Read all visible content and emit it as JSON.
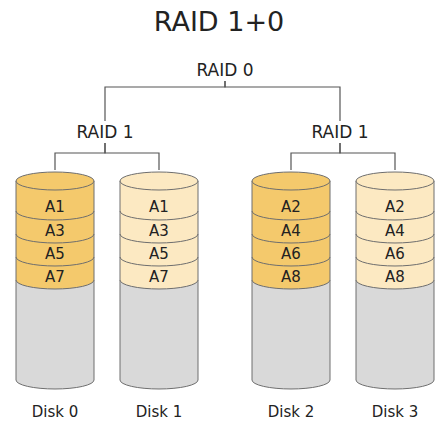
{
  "diagram": {
    "title": "RAID 1+0",
    "nodes": [
      {
        "text": [
          "RAID 0"
        ]
      },
      {
        "text": [
          "RAID 1"
        ]
      },
      {
        "text": [
          "RAID 1"
        ]
      },
      {
        "text": [
          "A1",
          "A3",
          "A5",
          "A7",
          "Disk 0"
        ]
      },
      {
        "text": [
          "A1",
          "A3",
          "A5",
          "A7",
          "Disk 1"
        ]
      },
      {
        "text": [
          "A2",
          "A4",
          "A6",
          "A8",
          "Disk 2"
        ]
      },
      {
        "text": [
          "A2",
          "A4",
          "A6",
          "A8",
          "Disk 3"
        ]
      }
    ],
    "edges": [
      {
        "from": 0,
        "to": 1,
        "arrow": "none"
      },
      {
        "from": 0,
        "to": 2,
        "arrow": "none"
      },
      {
        "from": 1,
        "to": 3,
        "arrow": "none"
      },
      {
        "from": 1,
        "to": 4,
        "arrow": "none"
      },
      {
        "from": 2,
        "to": 5,
        "arrow": "none"
      },
      {
        "from": 2,
        "to": 6,
        "arrow": "none"
      }
    ]
  }
}
